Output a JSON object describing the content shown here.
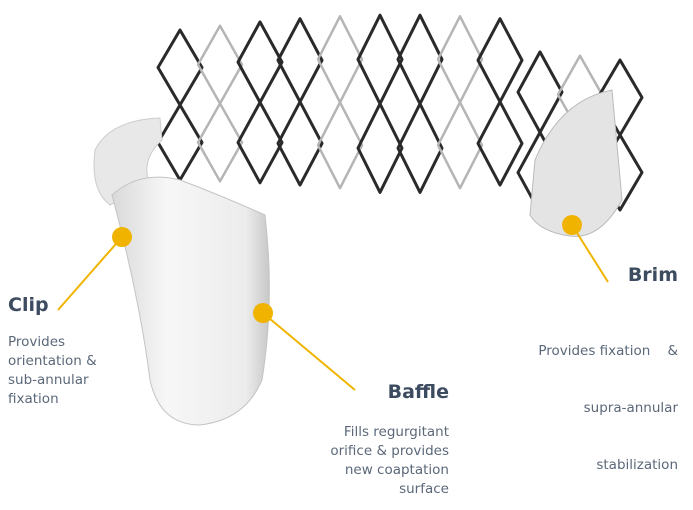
{
  "colors": {
    "accent": "#f0b400",
    "heading": "#3c4b5f",
    "body": "#5b6879"
  },
  "labels": [
    {
      "id": "clip",
      "title": "Clip",
      "lines": [
        "Provides",
        "orientation &",
        "sub-annular",
        "fixation"
      ]
    },
    {
      "id": "baffle",
      "title": "Baffle",
      "lines": [
        "Fills regurgitant",
        "orifice & provides",
        "new coaptation",
        "surface"
      ]
    },
    {
      "id": "brim",
      "title": "Brim",
      "lines": [
        "Provides fixation    &",
        "supra-annular",
        "stabilization"
      ]
    }
  ]
}
